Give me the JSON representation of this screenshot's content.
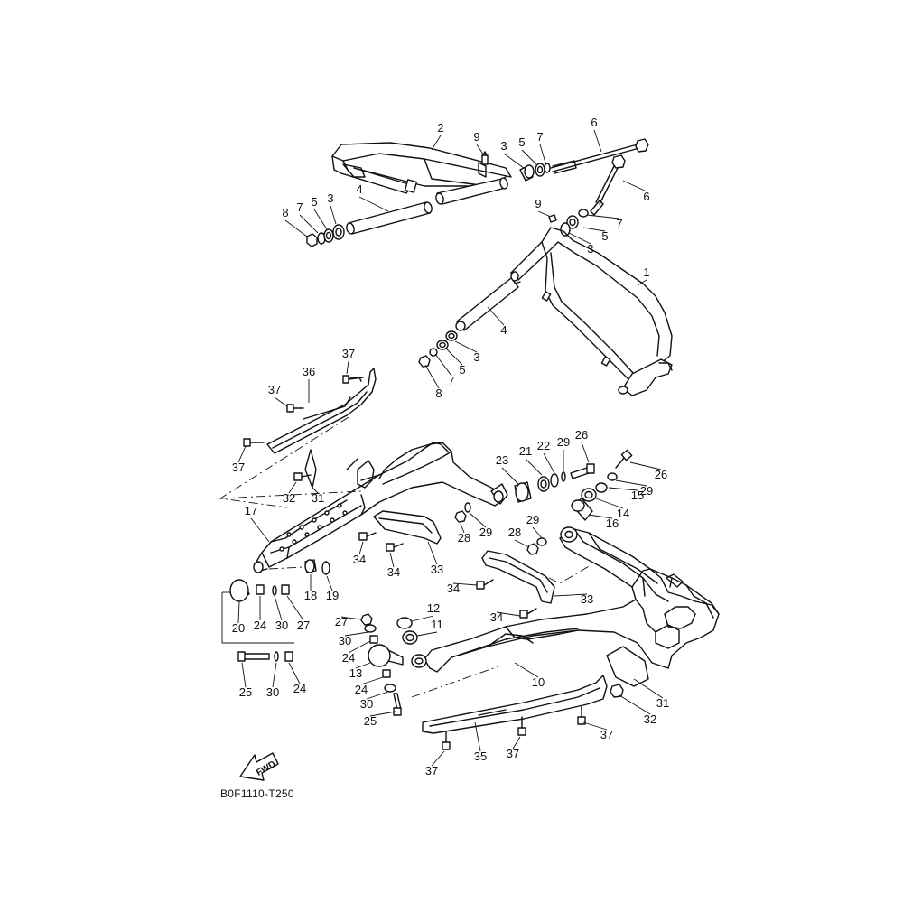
{
  "diagram": {
    "code": "B0F1110-T250",
    "fwd_label": "FWD",
    "callouts": [
      {
        "n": "1"
      },
      {
        "n": "2"
      },
      {
        "n": "3"
      },
      {
        "n": "3"
      },
      {
        "n": "3"
      },
      {
        "n": "3"
      },
      {
        "n": "4"
      },
      {
        "n": "4"
      },
      {
        "n": "5"
      },
      {
        "n": "5"
      },
      {
        "n": "5"
      },
      {
        "n": "5"
      },
      {
        "n": "6"
      },
      {
        "n": "6"
      },
      {
        "n": "7"
      },
      {
        "n": "7"
      },
      {
        "n": "7"
      },
      {
        "n": "7"
      },
      {
        "n": "8"
      },
      {
        "n": "8"
      },
      {
        "n": "9"
      },
      {
        "n": "9"
      },
      {
        "n": "10"
      },
      {
        "n": "11"
      },
      {
        "n": "12"
      },
      {
        "n": "13"
      },
      {
        "n": "14"
      },
      {
        "n": "15"
      },
      {
        "n": "16"
      },
      {
        "n": "17"
      },
      {
        "n": "18"
      },
      {
        "n": "19"
      },
      {
        "n": "20"
      },
      {
        "n": "21"
      },
      {
        "n": "22"
      },
      {
        "n": "23"
      },
      {
        "n": "24"
      },
      {
        "n": "24"
      },
      {
        "n": "24"
      },
      {
        "n": "24"
      },
      {
        "n": "25"
      },
      {
        "n": "25"
      },
      {
        "n": "26"
      },
      {
        "n": "26"
      },
      {
        "n": "27"
      },
      {
        "n": "27"
      },
      {
        "n": "28"
      },
      {
        "n": "28"
      },
      {
        "n": "29"
      },
      {
        "n": "29"
      },
      {
        "n": "29"
      },
      {
        "n": "29"
      },
      {
        "n": "30"
      },
      {
        "n": "30"
      },
      {
        "n": "30"
      },
      {
        "n": "30"
      },
      {
        "n": "31"
      },
      {
        "n": "31"
      },
      {
        "n": "32"
      },
      {
        "n": "32"
      },
      {
        "n": "33"
      },
      {
        "n": "33"
      },
      {
        "n": "34"
      },
      {
        "n": "34"
      },
      {
        "n": "34"
      },
      {
        "n": "34"
      },
      {
        "n": "35"
      },
      {
        "n": "36"
      },
      {
        "n": "37"
      },
      {
        "n": "37"
      },
      {
        "n": "37"
      },
      {
        "n": "37"
      },
      {
        "n": "37"
      },
      {
        "n": "37"
      }
    ]
  }
}
